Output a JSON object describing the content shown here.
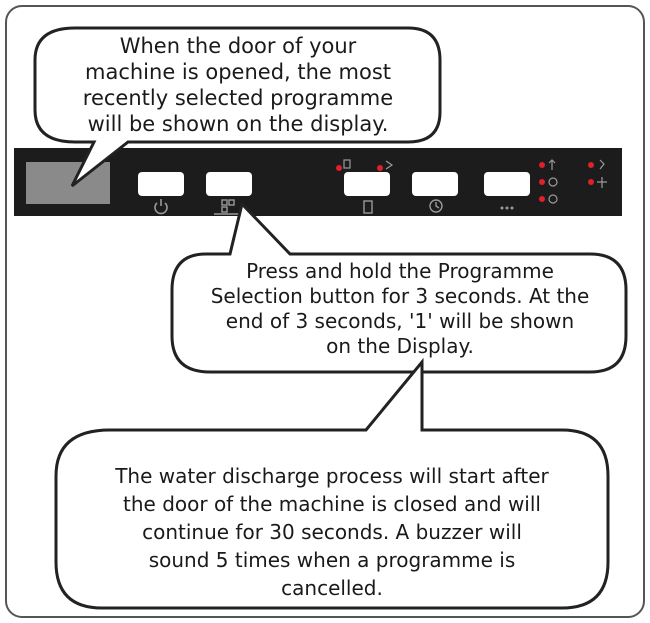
{
  "callouts": {
    "display_note": {
      "lines": [
        "When the door of your",
        "machine is opened, the most",
        "recently selected programme",
        "will be shown on the display."
      ]
    },
    "hold_note": {
      "lines": [
        "Press and hold the Programme",
        "Selection button for 3 seconds. At the",
        "end of 3 seconds, '1' will be shown",
        "on the Display."
      ]
    },
    "discharge_note": {
      "lines": [
        "The water discharge process will start after",
        "the door of the machine is closed and will",
        "continue for 30 seconds. A buzzer will",
        "sound 5 times when a programme is",
        "cancelled."
      ]
    }
  },
  "panel": {
    "colors": {
      "panel": "#1c1c1c",
      "display": "#8a8a8a",
      "button": "#ffffff",
      "indicator": "#e0202a",
      "icon": "#9a9a9a"
    },
    "buttons": [
      {
        "name": "power-button",
        "icon": "power-icon"
      },
      {
        "name": "programme-selection-button",
        "icon": "programme-icon"
      },
      {
        "name": "half-load-button",
        "icon": "half-load-icon"
      },
      {
        "name": "delay-timer-button",
        "icon": "clock-icon"
      },
      {
        "name": "function-button",
        "icon": "dots-icon"
      }
    ]
  }
}
